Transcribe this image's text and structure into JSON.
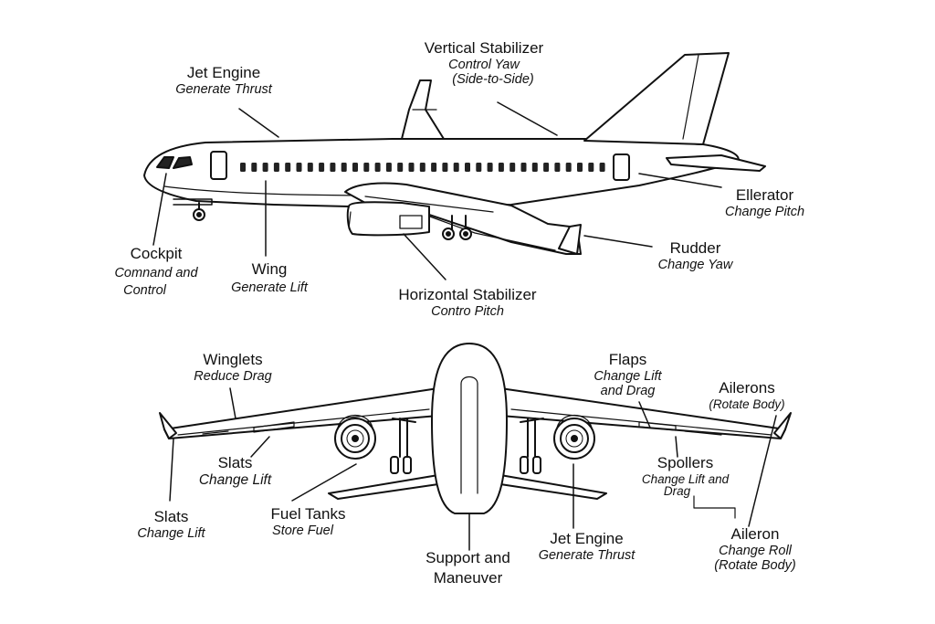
{
  "side_view": {
    "jet_engine": {
      "title": "Jet Engine",
      "sub": "Generate Thrust"
    },
    "vertical_stabilizer": {
      "title": "Vertical Stabilizer",
      "sub1": "Control Yaw",
      "sub2": "(Side-to-Side)"
    },
    "elevator": {
      "title": "Ellerator",
      "sub": "Change Pitch"
    },
    "rudder": {
      "title": "Rudder",
      "sub": "Change Yaw"
    },
    "horizontal_stabilizer": {
      "title": "Horizontal Stabilizer",
      "sub": "Contro Pitch"
    },
    "wing": {
      "title": "Wing",
      "sub": "Generate Lift"
    },
    "cockpit": {
      "title": "Cockpit",
      "sub1": "Comnand and",
      "sub2": "Control"
    }
  },
  "front_view": {
    "winglets": {
      "title": "Winglets",
      "sub": "Reduce Drag"
    },
    "slats_inner": {
      "title": "Slats",
      "sub": "Change Lift"
    },
    "slats_outer": {
      "title": "Slats",
      "sub": "Change Lift"
    },
    "fuel_tanks": {
      "title": "Fuel Tanks",
      "sub": "Store Fuel"
    },
    "support": {
      "title1": "Support and",
      "title2": "Maneuver"
    },
    "jet_engine": {
      "title": "Jet Engine",
      "sub": "Generate Thrust"
    },
    "flaps": {
      "title": "Flaps",
      "sub1": "Change Lift",
      "sub2": "and Drag"
    },
    "ailerons": {
      "title": "Ailerons",
      "sub": "(Rotate Body)"
    },
    "spoilers": {
      "title": "Spollers",
      "sub1": "Change Lift and",
      "sub2": "Drag"
    },
    "aileron": {
      "title": "Aileron",
      "sub1": "Change Roll",
      "sub2": "(Rotate Body)"
    }
  }
}
